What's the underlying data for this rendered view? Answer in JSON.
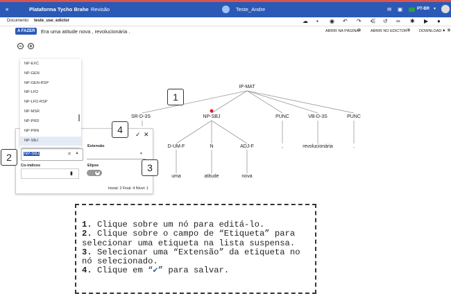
{
  "header": {
    "app_title": "Plataforma Tycho Brahe",
    "section": "Revisão",
    "user": "Teste_Andre",
    "language": "PT-BR"
  },
  "document": {
    "label": "Documento:",
    "name": "teste_use_edictor"
  },
  "sentence": {
    "status": "A FAZER",
    "text": "Era uma atitude nova , revolucionária .",
    "open_page": "ABRIR NA PÁGINA",
    "open_edictor": "ABRIR NO EDICTOR",
    "download": "DOWNLOAD"
  },
  "zoom": {
    "out": "−",
    "in": "+"
  },
  "label_list": [
    "NP-EXC",
    "NP-GEN",
    "NP-GEN-RSP",
    "NP-LFD",
    "NP-LFD-RSP",
    "NP-MSR",
    "NP-PRD",
    "NP-PRN",
    "NP-SBJ"
  ],
  "editor": {
    "label_value": "NP-SBJ",
    "extension_label": "Extensão",
    "coindices_label": "Co-índices",
    "elipse_label": "Elipse",
    "footer": "Inicial: 2 Final: 4 Nível: 1"
  },
  "tree": {
    "root": "IP-MAT",
    "n_srd3s": "SR-D-3S",
    "n_npsbj": "NP-SBJ",
    "n_punc1": "PUNC",
    "n_vbd3s": "VB-D-3S",
    "n_punc2": "PUNC",
    "n_dumf": "D-UM-F",
    "n_n": "N",
    "n_adjf": "ADJ-F",
    "w_comma": ",",
    "w_revol": "revolucionária",
    "w_dot": ".",
    "w_uma": "uma",
    "w_atitude": "atitude",
    "w_nova": "nova"
  },
  "callouts": {
    "c1": "1",
    "c2": "2",
    "c3": "3",
    "c4": "4"
  },
  "instructions": {
    "n1": "1.",
    "t1": " Clique sobre um nó para editá-lo.",
    "n2": "2.",
    "t2": " Clique sobre o campo de “Etiqueta” para selecionar uma etiqueta na lista suspensa.",
    "n3": "3.",
    "t3": " Selecionar uma “Extensão” da etiqueta no nó selecionado.",
    "n4": "4.",
    "t4a": " Clique em “",
    "check": "✔",
    "t4b": "” para salvar."
  },
  "colors": {
    "primary": "#2b59b6",
    "topbar_border": "#d9534f",
    "marker": "#e02020"
  }
}
